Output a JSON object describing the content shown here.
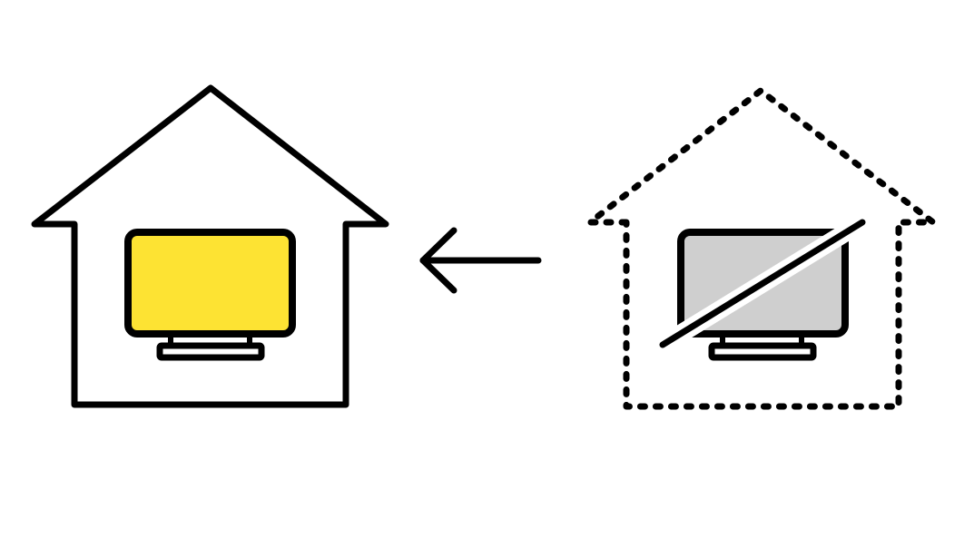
{
  "diagram": {
    "left": {
      "icon": "house-with-tv-icon",
      "tv_color": "#FDE333",
      "house_style": "solid"
    },
    "arrow": {
      "icon": "arrow-left-icon",
      "direction": "left"
    },
    "right": {
      "icon": "dashed-house-with-no-tv-icon",
      "tv_color": "#CFCFCF",
      "house_style": "dotted",
      "crossed_out": true
    },
    "stroke_color": "#000000",
    "background": "#FFFFFF"
  }
}
